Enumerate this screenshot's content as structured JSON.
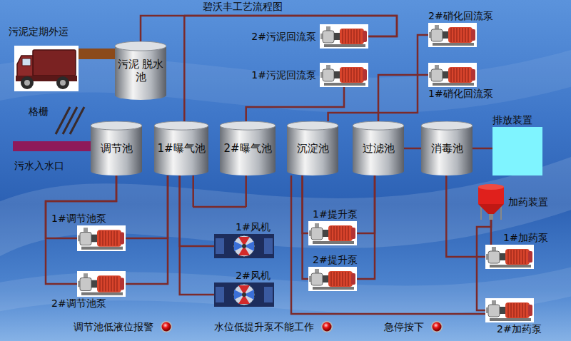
{
  "diagram": {
    "title": "碧沃丰工艺流程图",
    "nodes": [
      {
        "text": [
          "污泥 脱水池"
        ]
      },
      {
        "text": [
          "调节池"
        ]
      },
      {
        "text": [
          "1#曝气池"
        ]
      },
      {
        "text": [
          "2#曝气池"
        ]
      },
      {
        "text": [
          "沉淀池"
        ]
      },
      {
        "text": [
          "过滤池"
        ]
      },
      {
        "text": [
          "消毒池"
        ]
      },
      {
        "text": [
          "排放装置"
        ]
      },
      {
        "text": [
          "2#污泥回流泵"
        ]
      },
      {
        "text": [
          "1#污泥回流泵"
        ]
      },
      {
        "text": [
          "2#硝化回流泵"
        ]
      },
      {
        "text": [
          "1#硝化回流泵"
        ]
      },
      {
        "text": [
          "1#调节池泵"
        ]
      },
      {
        "text": [
          "2#调节池泵"
        ]
      },
      {
        "text": [
          "1#风机"
        ]
      },
      {
        "text": [
          "2#风机"
        ]
      },
      {
        "text": [
          "1#提升泵"
        ]
      },
      {
        "text": [
          "2#提升泵"
        ]
      },
      {
        "text": [
          "加药装置"
        ]
      },
      {
        "text": [
          "1#加药泵"
        ]
      },
      {
        "text": [
          "2#加药泵"
        ]
      }
    ],
    "edges": [
      {
        "from": 0,
        "to": 8,
        "arrow": "none"
      },
      {
        "from": 2,
        "to": 8,
        "arrow": "none"
      },
      {
        "from": 3,
        "to": 9,
        "arrow": "none"
      },
      {
        "from": 4,
        "to": 10,
        "arrow": "none"
      },
      {
        "from": 5,
        "to": 11,
        "arrow": "none"
      },
      {
        "from": 1,
        "to": 12,
        "arrow": "none"
      },
      {
        "from": 1,
        "to": 13,
        "arrow": "none"
      },
      {
        "from": 12,
        "to": 2,
        "arrow": "none"
      },
      {
        "from": 13,
        "to": 2,
        "arrow": "none"
      },
      {
        "from": 2,
        "to": 3,
        "arrow": "none"
      },
      {
        "from": 14,
        "to": 2,
        "arrow": "none"
      },
      {
        "from": 15,
        "to": 2,
        "arrow": "none"
      },
      {
        "from": 4,
        "to": 16,
        "arrow": "none"
      },
      {
        "from": 4,
        "to": 17,
        "arrow": "none"
      },
      {
        "from": 16,
        "to": 5,
        "arrow": "none"
      },
      {
        "from": 17,
        "to": 5,
        "arrow": "none"
      },
      {
        "from": 5,
        "to": 6,
        "arrow": "none"
      },
      {
        "from": 6,
        "to": 7,
        "arrow": "none"
      },
      {
        "from": 18,
        "to": 19,
        "arrow": "none"
      },
      {
        "from": 18,
        "to": 20,
        "arrow": "none"
      },
      {
        "from": 19,
        "to": 6,
        "arrow": "none"
      },
      {
        "from": 20,
        "to": 4,
        "arrow": "none"
      }
    ],
    "labels": [
      "污泥定期外运",
      "格栅",
      "污水入水口",
      "调节池低液位报警",
      "水位低提升泵不能工作",
      "急停按下"
    ]
  }
}
